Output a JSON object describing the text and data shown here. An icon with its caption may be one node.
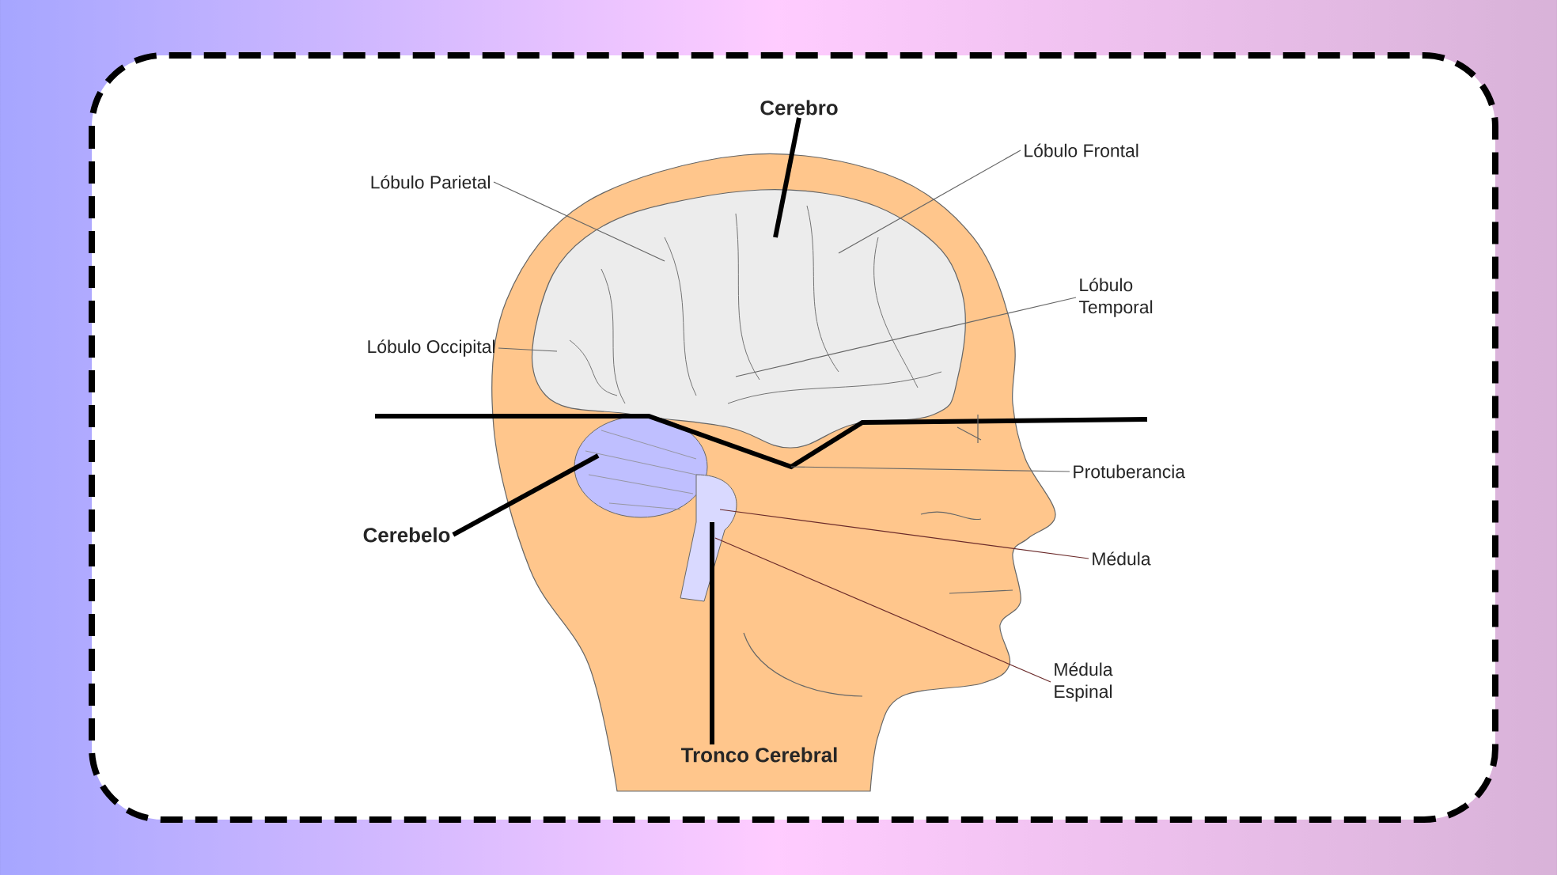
{
  "diagram": {
    "nodes": [
      {
        "text": [
          "Cerebro"
        ]
      },
      {
        "text": [
          "Lóbulo Parietal"
        ]
      },
      {
        "text": [
          "Lóbulo Frontal"
        ]
      },
      {
        "text": [
          "Lóbulo Temporal"
        ]
      },
      {
        "text": [
          "Lóbulo Occipital"
        ]
      },
      {
        "text": [
          "Protuberancia"
        ]
      },
      {
        "text": [
          "Cerebelo"
        ]
      },
      {
        "text": [
          "Médula"
        ]
      },
      {
        "text": [
          "Médula Espinal"
        ]
      },
      {
        "text": [
          "Tronco Cerebral"
        ]
      }
    ],
    "edges": [
      {
        "from": 0,
        "to": null,
        "arrow": "none",
        "style": "thick",
        "color": "#000000"
      },
      {
        "from": 1,
        "to": null,
        "arrow": "none"
      },
      {
        "from": 2,
        "to": null,
        "arrow": "none"
      },
      {
        "from": 3,
        "to": null,
        "arrow": "none"
      },
      {
        "from": 4,
        "to": null,
        "arrow": "none"
      },
      {
        "from": 5,
        "to": null,
        "arrow": "none"
      },
      {
        "from": 6,
        "to": null,
        "arrow": "none",
        "style": "thick",
        "color": "#000000"
      },
      {
        "from": 7,
        "to": null,
        "arrow": "none",
        "color": "#6b2a2a"
      },
      {
        "from": 8,
        "to": null,
        "arrow": "none",
        "color": "#6b2a2a"
      },
      {
        "from": 9,
        "to": null,
        "arrow": "none",
        "style": "thick",
        "color": "#000000"
      }
    ]
  }
}
